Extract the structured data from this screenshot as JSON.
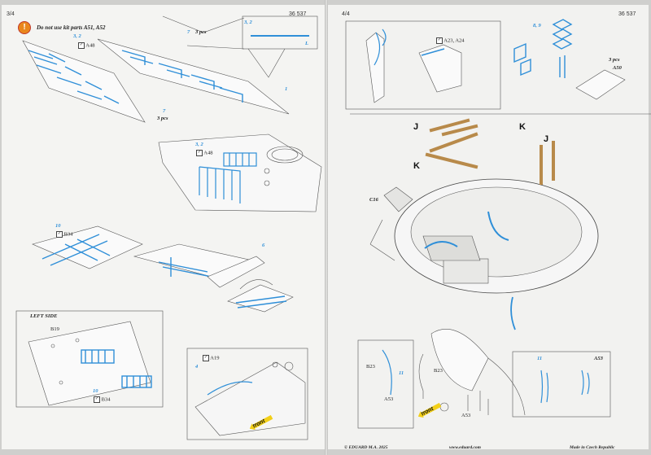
{
  "left_page": {
    "page_number": "3/4",
    "catalog_number": "36 537",
    "warning_text": "Do not use kit parts A51, A52",
    "steps": [
      {
        "id": "s1",
        "parts": "3, 2",
        "kit_part": "A48"
      },
      {
        "id": "s2",
        "parts": "7",
        "qty": "3 pcs"
      },
      {
        "id": "s3",
        "parts": "3, 2",
        "label": "L"
      },
      {
        "id": "s4",
        "parts": "1"
      },
      {
        "id": "s5",
        "parts": "7",
        "qty": "3 pcs"
      },
      {
        "id": "s6",
        "parts": "3, 2",
        "kit_part": "A48"
      },
      {
        "id": "s7",
        "parts": "10",
        "kit_part": "B34"
      },
      {
        "id": "s8",
        "parts": "6"
      },
      {
        "id": "s9",
        "title": "LEFT SIDE",
        "kit_part": "B19"
      },
      {
        "id": "s10",
        "parts": "10",
        "kit_part": "B34"
      },
      {
        "id": "s11",
        "kit_part": "A19",
        "parts": "4"
      }
    ],
    "front_label": "front",
    "footer_left": "© EDUARD  M.A. 2025"
  },
  "right_page": {
    "page_number": "4/4",
    "catalog_number": "36 537",
    "steps": [
      {
        "id": "r1",
        "kit_part": "A23, A24"
      },
      {
        "id": "r2",
        "parts": "8, 9",
        "qty": "3 pcs",
        "kit_part": "A50"
      },
      {
        "id": "r3",
        "letters": [
          "J",
          "K",
          "K",
          "J"
        ],
        "kit_part": "C16"
      },
      {
        "id": "r4",
        "kit_parts": [
          "B23",
          "A53",
          "B23",
          "A53"
        ],
        "parts": "11"
      },
      {
        "id": "r5",
        "parts": "11",
        "kit_part": "A53"
      }
    ],
    "front_label": "front",
    "footer_center": "www.eduard.com",
    "footer_right": "Made in Czech Republic"
  }
}
